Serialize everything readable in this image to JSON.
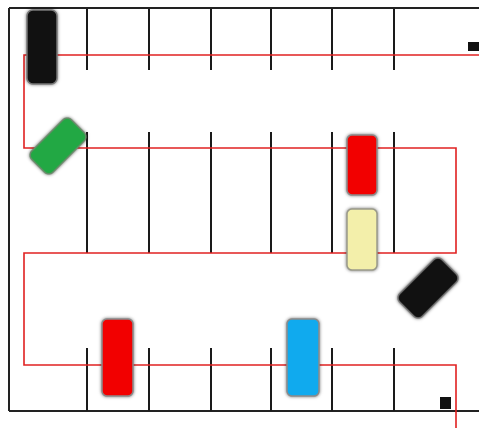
{
  "game": {
    "type": "parking-lot-puzzle"
  },
  "colors": {
    "background": "#ffffff",
    "wall": "#222222",
    "stall_line": "#1a1a1a",
    "route": "#e02020",
    "entry_exit_marker": "#111111"
  },
  "markers": [
    {
      "name": "entry-marker",
      "position": "top-right"
    },
    {
      "name": "exit-marker",
      "position": "bottom-right"
    }
  ],
  "cars": [
    {
      "name": "car-black-top-left",
      "color": "#111111",
      "orientation": "vertical"
    },
    {
      "name": "car-green",
      "color": "#22a844",
      "orientation": "diagonal"
    },
    {
      "name": "car-red-right",
      "color": "#f20000",
      "orientation": "vertical"
    },
    {
      "name": "car-cream",
      "color": "#f3efaa",
      "orientation": "vertical"
    },
    {
      "name": "car-black-diagonal",
      "color": "#111111",
      "orientation": "diagonal"
    },
    {
      "name": "car-red-bottom",
      "color": "#f20000",
      "orientation": "vertical"
    },
    {
      "name": "car-blue",
      "color": "#10aaee",
      "orientation": "vertical"
    }
  ]
}
